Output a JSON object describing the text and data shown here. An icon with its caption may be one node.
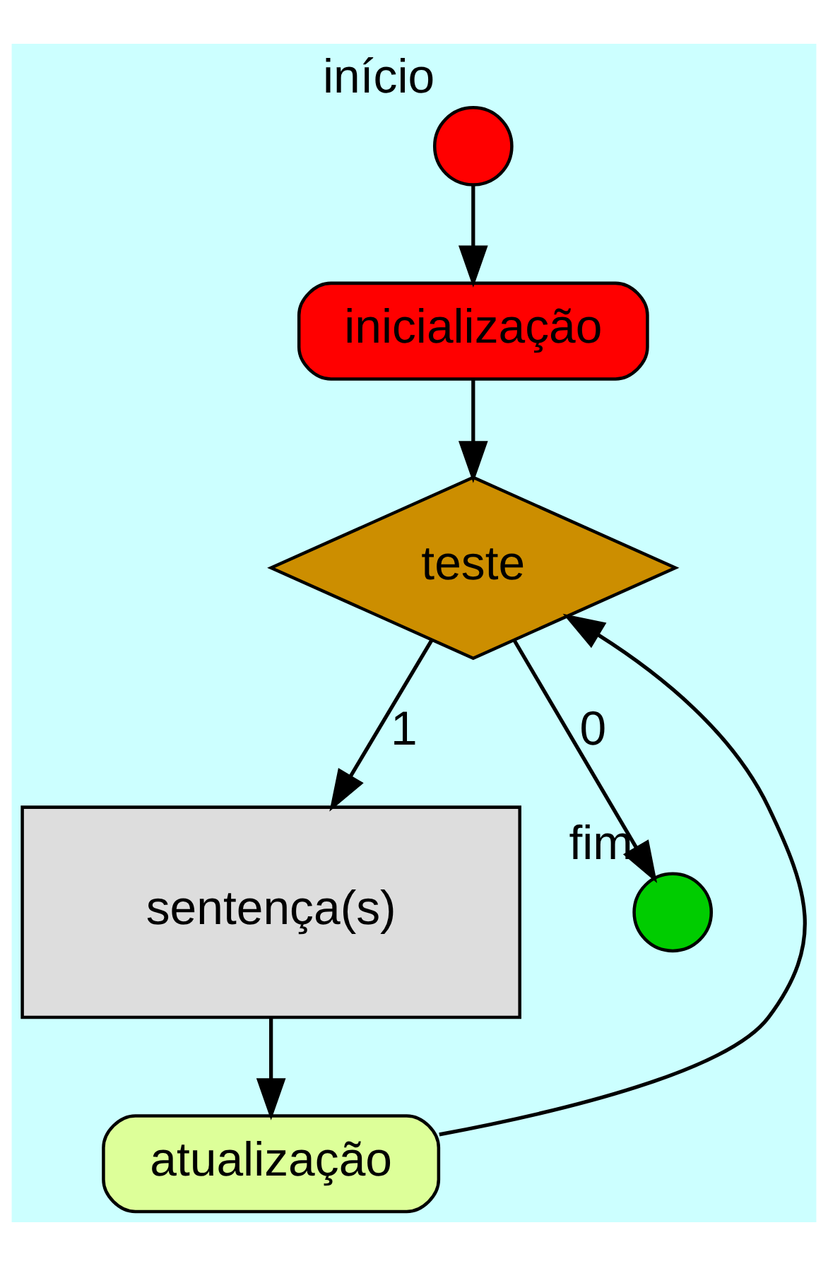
{
  "diagram": {
    "nodes": [
      {
        "text": [],
        "shape": "circle",
        "beside": [
          "início"
        ]
      },
      {
        "text": [
          "inicialização"
        ]
      },
      {
        "text": [
          "teste"
        ]
      },
      {
        "text": [
          "sentença(s)"
        ]
      },
      {
        "text": [
          "atualização"
        ]
      },
      {
        "text": [],
        "shape": "circle",
        "beside": [
          "fim"
        ]
      }
    ],
    "edges": [
      {
        "from": 0,
        "to": 1,
        "arrow": "to"
      },
      {
        "from": 1,
        "to": 2,
        "arrow": "to"
      },
      {
        "from": 2,
        "to": 3,
        "arrow": "to",
        "label": "1"
      },
      {
        "from": 3,
        "to": 4,
        "arrow": "to"
      },
      {
        "from": 4,
        "to": 2,
        "arrow": "to"
      },
      {
        "from": 2,
        "to": 5,
        "arrow": "to",
        "label": "0"
      }
    ]
  }
}
